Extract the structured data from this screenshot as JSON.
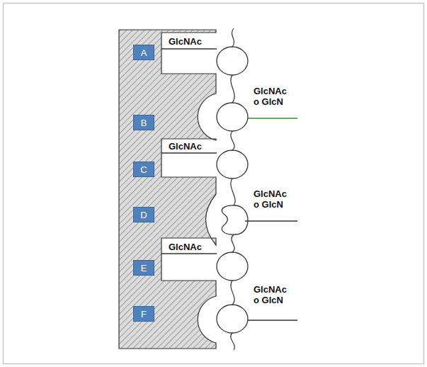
{
  "diagram": {
    "nodes": [
      {
        "text": [
          "A"
        ]
      },
      {
        "text": [
          "B"
        ]
      },
      {
        "text": [
          "C"
        ]
      },
      {
        "text": [
          "D"
        ]
      },
      {
        "text": [
          "E"
        ]
      },
      {
        "text": [
          "F"
        ]
      }
    ],
    "labels": [
      "GlcNAc",
      "GlcNAc o GlcN",
      "GlcNAc",
      "GlcNAc o GlcN",
      "GlcNAc",
      "GlcNAc o GlcN"
    ]
  }
}
